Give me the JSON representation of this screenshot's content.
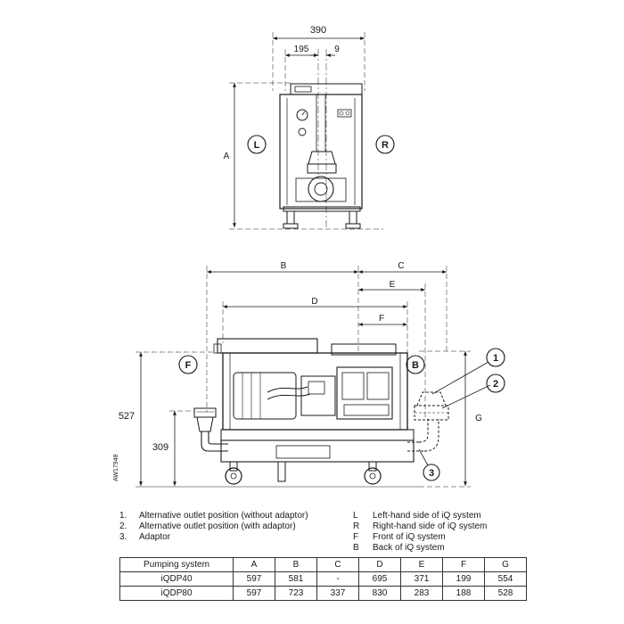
{
  "front_view": {
    "dim_overall_width": "390",
    "dim_half_width": "195",
    "dim_offset": "9",
    "dim_height_label": "A",
    "left_marker": "L",
    "right_marker": "R"
  },
  "side_view": {
    "dim_B": "B",
    "dim_C": "C",
    "dim_D": "D",
    "dim_E": "E",
    "dim_F": "F",
    "dim_G": "G",
    "dim_height": "527",
    "dim_outlet_height": "309",
    "front_marker": "F",
    "back_marker": "B",
    "callout_1": "1",
    "callout_2": "2",
    "callout_3": "3",
    "drawing_ref": "AW17948"
  },
  "legend_numbers": [
    {
      "key": "1.",
      "text": "Alternative outlet position (without adaptor)"
    },
    {
      "key": "2.",
      "text": "Alternative outlet position (with adaptor)"
    },
    {
      "key": "3.",
      "text": "Adaptor"
    }
  ],
  "legend_letters": [
    {
      "key": "L",
      "text": "Left-hand side of iQ system"
    },
    {
      "key": "R",
      "text": "Right-hand side of iQ system"
    },
    {
      "key": "F",
      "text": "Front of iQ system"
    },
    {
      "key": "B",
      "text": "Back of iQ system"
    }
  ],
  "table": {
    "headers": [
      "Pumping system",
      "A",
      "B",
      "C",
      "D",
      "E",
      "F",
      "G"
    ],
    "rows": [
      [
        "iQDP40",
        "597",
        "581",
        "-",
        "695",
        "371",
        "199",
        "554"
      ],
      [
        "iQDP80",
        "597",
        "723",
        "337",
        "830",
        "283",
        "188",
        "528"
      ]
    ]
  }
}
